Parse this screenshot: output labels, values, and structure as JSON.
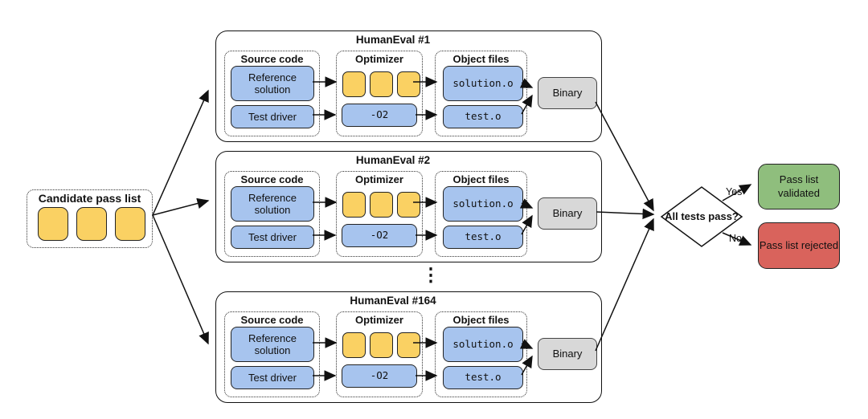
{
  "colors": {
    "blue": "#a7c4ee",
    "yellow": "#fad163",
    "gray": "#d8d8d8",
    "green": "#8fbe7d",
    "red": "#d9635c"
  },
  "candidate": {
    "label": "Candidate pass list",
    "token_count": 3
  },
  "panels": [
    {
      "title": "HumanEval #1",
      "groups": {
        "source": "Source code",
        "optimizer": "Optimizer",
        "objects": "Object files"
      },
      "boxes": {
        "reference": "Reference solution",
        "test_driver": "Test driver",
        "opt_flag": "-O2",
        "solution_obj": "solution.o",
        "test_obj": "test.o",
        "binary": "Binary"
      },
      "optimizer_token_count": 3
    },
    {
      "title": "HumanEval #2",
      "groups": {
        "source": "Source code",
        "optimizer": "Optimizer",
        "objects": "Object files"
      },
      "boxes": {
        "reference": "Reference solution",
        "test_driver": "Test driver",
        "opt_flag": "-O2",
        "solution_obj": "solution.o",
        "test_obj": "test.o",
        "binary": "Binary"
      },
      "optimizer_token_count": 3
    },
    {
      "title": "HumanEval #164",
      "groups": {
        "source": "Source code",
        "optimizer": "Optimizer",
        "objects": "Object files"
      },
      "boxes": {
        "reference": "Reference solution",
        "test_driver": "Test driver",
        "opt_flag": "-O2",
        "solution_obj": "solution.o",
        "test_obj": "test.o",
        "binary": "Binary"
      },
      "optimizer_token_count": 3
    }
  ],
  "ellipsis": "⋮",
  "decision": {
    "question": "All tests pass?",
    "yes_label": "Yes",
    "no_label": "No"
  },
  "outcomes": {
    "validated": "Pass list validated",
    "rejected": "Pass list rejected"
  }
}
